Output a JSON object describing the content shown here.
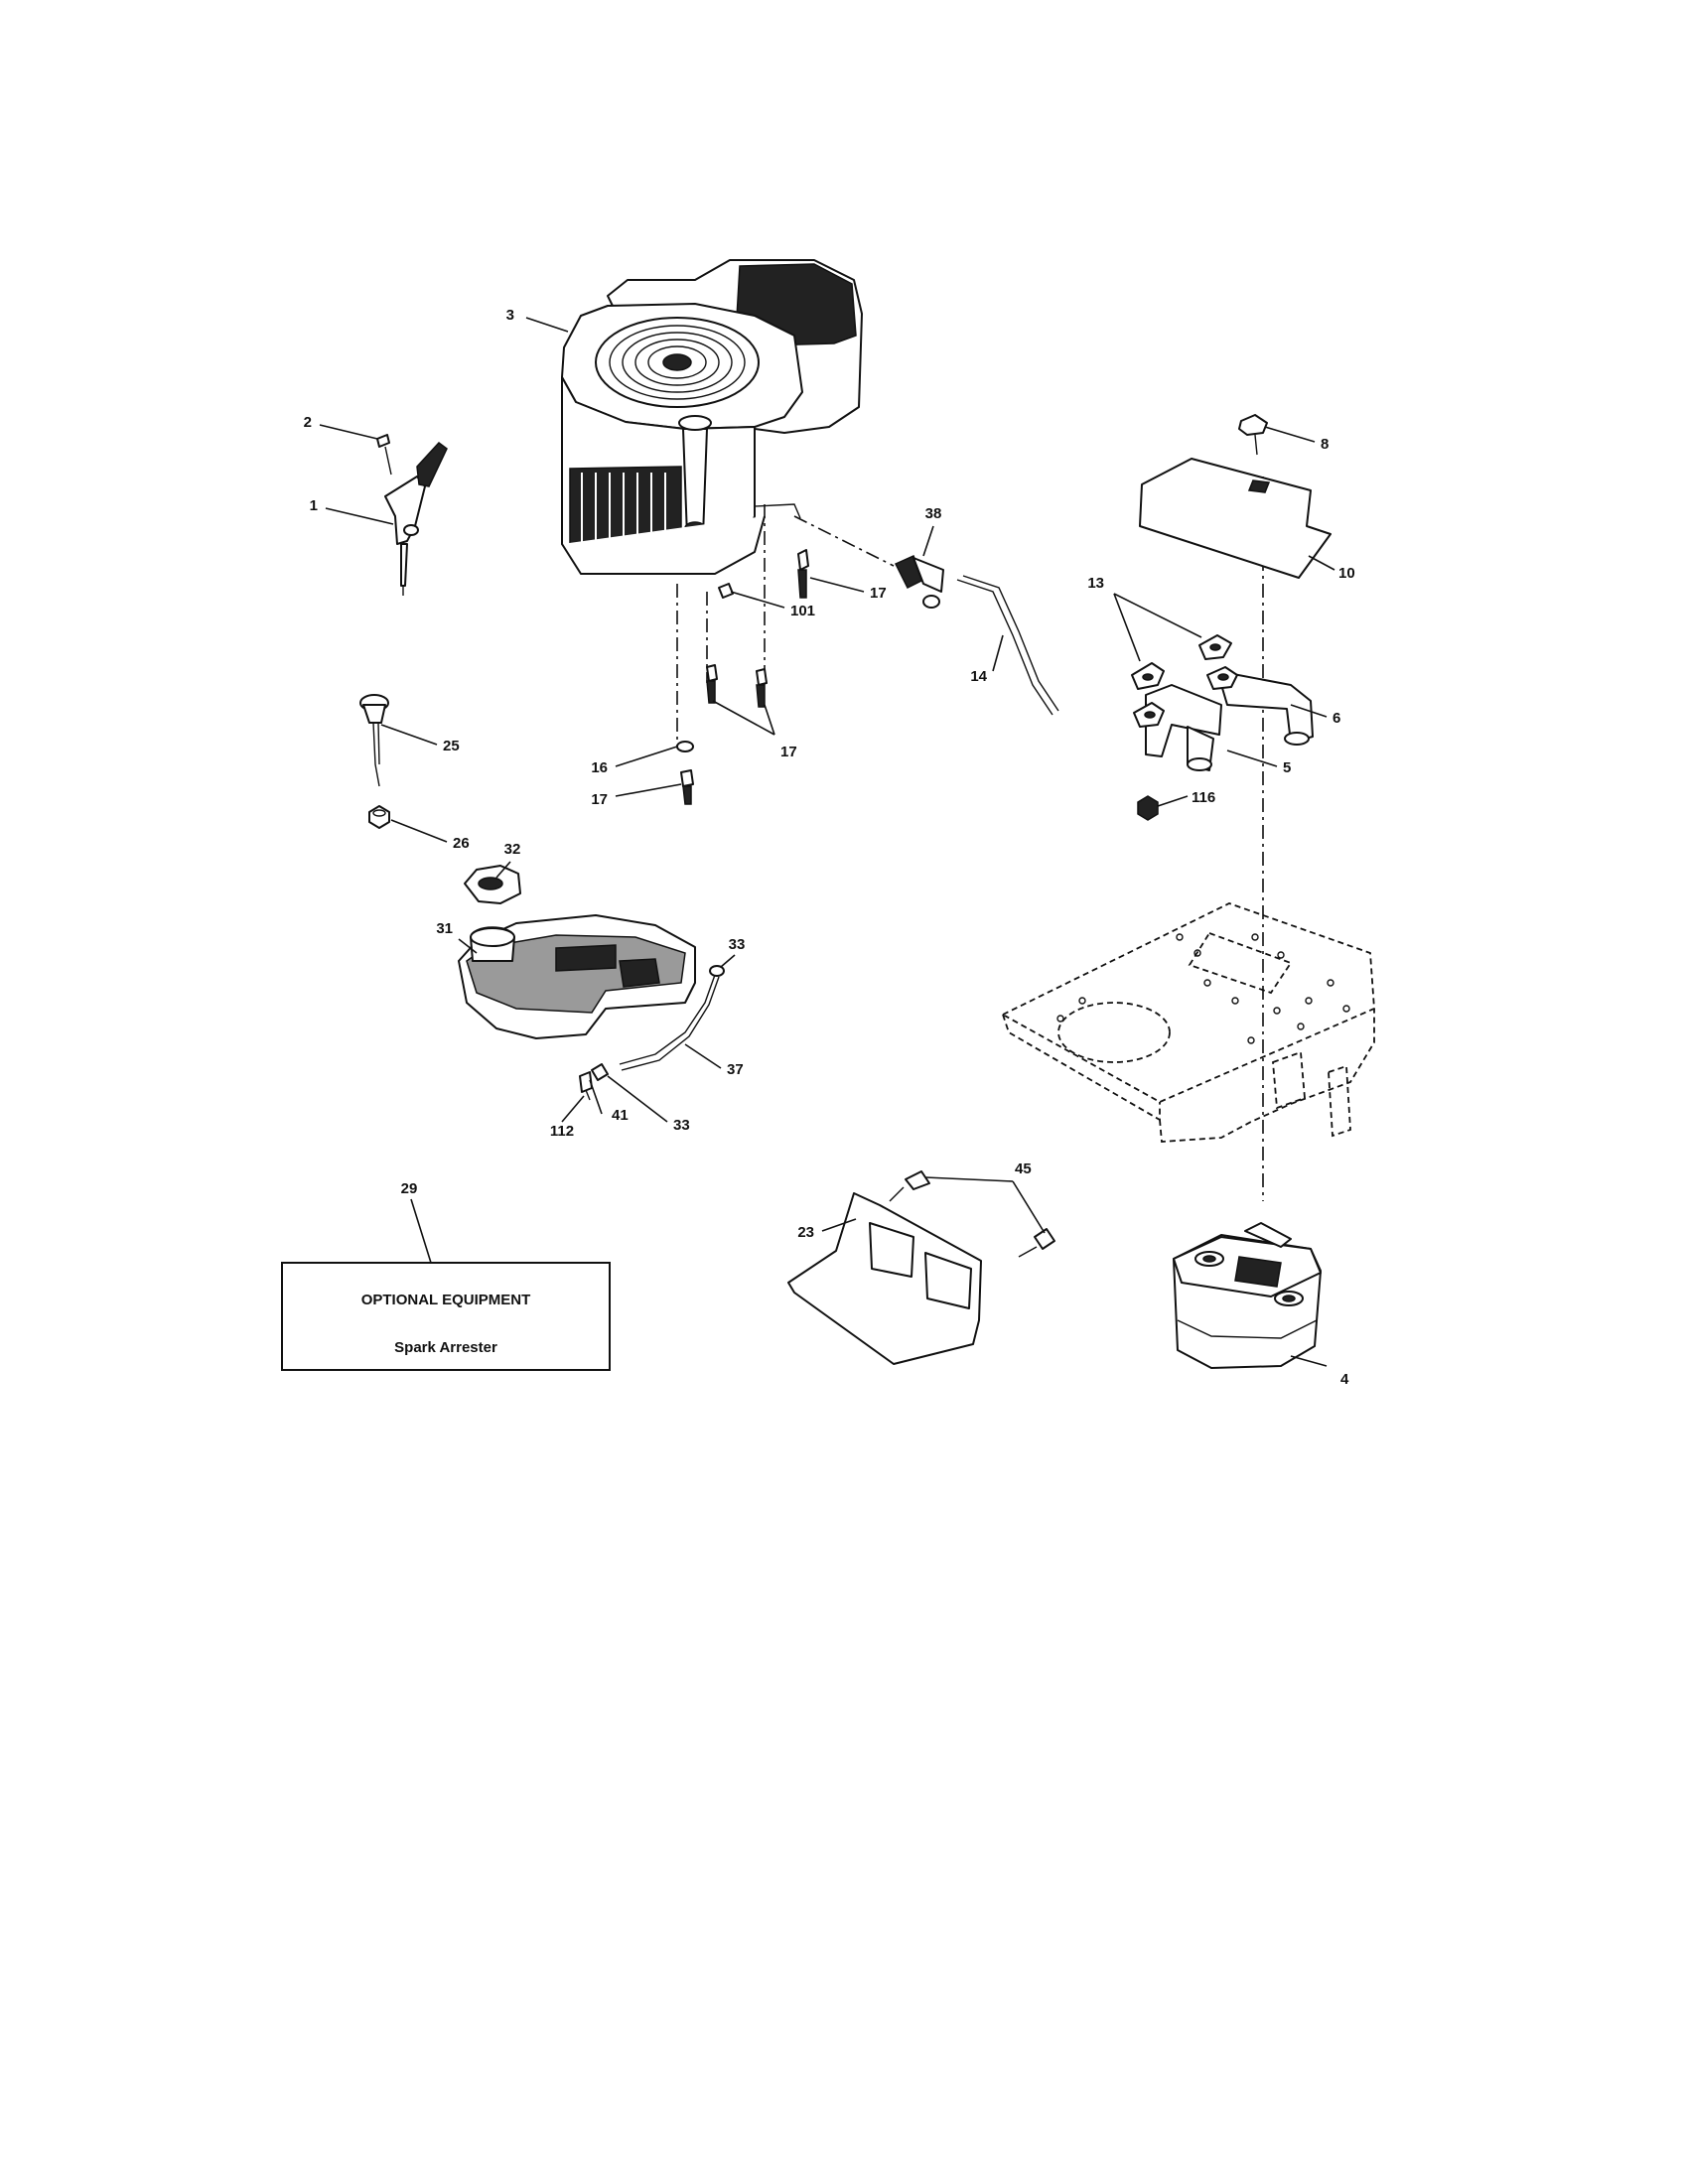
{
  "callouts": {
    "c1": "1",
    "c2": "2",
    "c3": "3",
    "c4": "4",
    "c5": "5",
    "c6": "6",
    "c8": "8",
    "c10": "10",
    "c13": "13",
    "c14": "14",
    "c16": "16",
    "c17a": "17",
    "c17b": "17",
    "c17c": "17",
    "c23": "23",
    "c25": "25",
    "c26": "26",
    "c29": "29",
    "c31": "31",
    "c32": "32",
    "c33a": "33",
    "c33b": "33",
    "c37": "37",
    "c38": "38",
    "c41": "41",
    "c45": "45",
    "c101": "101",
    "c112": "112",
    "c116": "116"
  },
  "optional_box": {
    "title": "OPTIONAL EQUIPMENT",
    "item": "Spark Arrester"
  },
  "colors": {
    "ink": "#111111",
    "paper": "#ffffff",
    "shade": "#9a9a9a"
  }
}
